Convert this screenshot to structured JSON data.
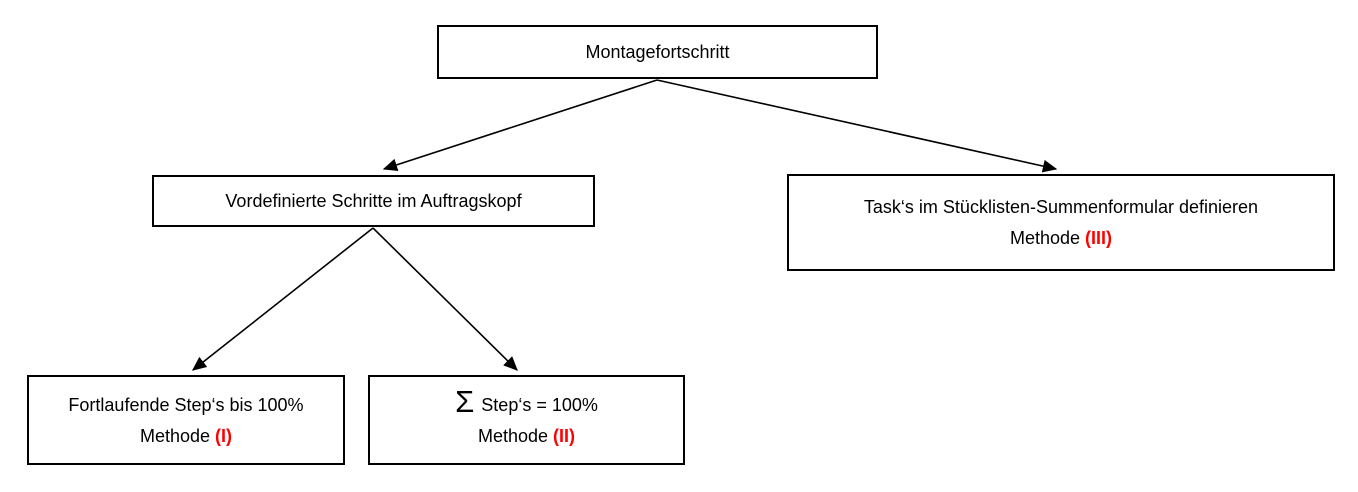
{
  "diagram": {
    "background_color": "#ffffff",
    "line_color": "#000000",
    "accent_color": "#ff0000",
    "nodes": {
      "root": {
        "label": "Montagefortschritt"
      },
      "left_branch": {
        "label": "Vordefinierte Schritte im Auftragskopf"
      },
      "right_branch": {
        "line1": "Task‘s im Stücklisten-Summenformular definieren",
        "method_prefix": "Methode",
        "method_number": "(III)"
      },
      "leaf_1": {
        "line1": "Fortlaufende Step‘s bis 100%",
        "method_prefix": "Methode",
        "method_number": "(I)"
      },
      "leaf_2": {
        "sigma": "Σ",
        "line1": "Step‘s = 100%",
        "method_prefix": "Methode",
        "method_number": "(II)"
      }
    },
    "edges": [
      {
        "from": "root",
        "to": "left_branch"
      },
      {
        "from": "root",
        "to": "right_branch"
      },
      {
        "from": "left_branch",
        "to": "leaf_1"
      },
      {
        "from": "left_branch",
        "to": "leaf_2"
      }
    ]
  }
}
